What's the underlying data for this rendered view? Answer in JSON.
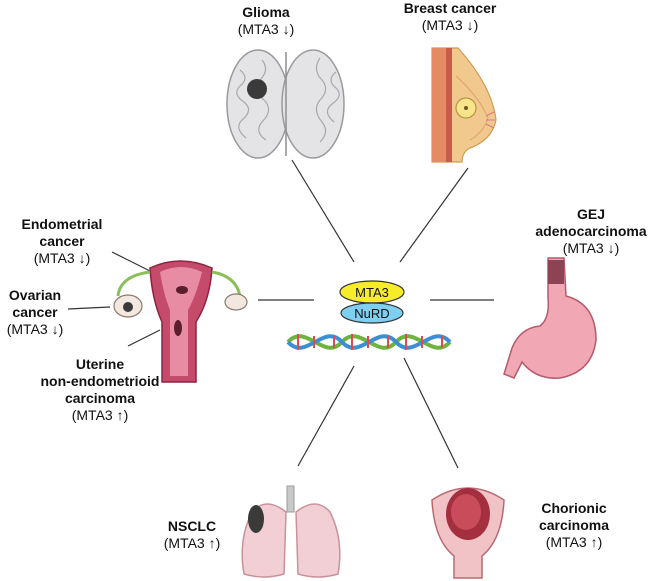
{
  "center": {
    "top_label": "MTA3",
    "bottom_label": "NuRD"
  },
  "colors": {
    "mta3_fill": "#f7ec2b",
    "nurd_fill": "#7ecff0",
    "line": "#333333"
  },
  "nodes": {
    "glioma": {
      "title": "Glioma",
      "marker": "(MTA3",
      "direction": "down",
      "arrow": "↓",
      "close": ")"
    },
    "breast": {
      "title": "Breast cancer",
      "marker": "(MTA3",
      "direction": "down",
      "arrow": "↓",
      "close": ")"
    },
    "endometrial": {
      "title_1": "Endometrial",
      "title_2": "cancer",
      "marker": "(MTA3",
      "direction": "down",
      "arrow": "↓",
      "close": ")"
    },
    "ovarian": {
      "title_1": "Ovarian",
      "title_2": "cancer",
      "marker": "(MTA3",
      "direction": "down",
      "arrow": "↓",
      "close": ")"
    },
    "uterine": {
      "title_1": "Uterine",
      "title_2": "non-endometrioid",
      "title_3": "carcinoma",
      "marker": "(MTA3",
      "direction": "up",
      "arrow": "↑",
      "close": ")"
    },
    "gej": {
      "title_1": "GEJ",
      "title_2": "adenocarcinoma",
      "marker": "(MTA3",
      "direction": "down",
      "arrow": "↓",
      "close": ")"
    },
    "nsclc": {
      "title": "NSCLC",
      "marker": "(MTA3",
      "direction": "up",
      "arrow": "↑",
      "close": ")"
    },
    "chorionic": {
      "title_1": "Chorionic",
      "title_2": "carcinoma",
      "marker": "(MTA3",
      "direction": "up",
      "arrow": "↑",
      "close": ")"
    }
  },
  "icons": [
    "brain-icon",
    "breast-icon",
    "uterus-icon",
    "stomach-icon",
    "lungs-icon",
    "chorionic-uterus-icon",
    "dna-icon"
  ]
}
